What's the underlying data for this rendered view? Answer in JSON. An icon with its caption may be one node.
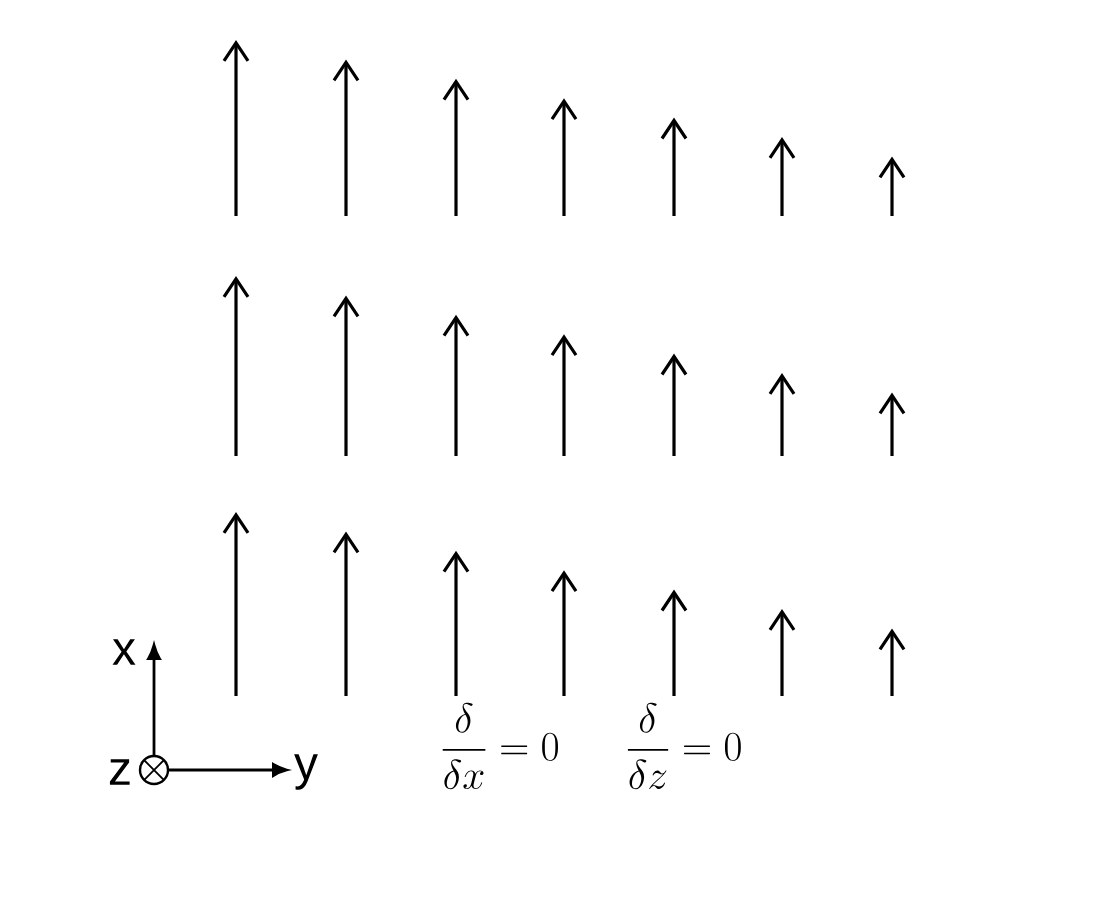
{
  "diagram": {
    "labels": [
      "x",
      "z",
      "y",
      "\\frac{\\delta}{\\delta x}=0",
      "\\frac{\\delta}{\\delta z}=0"
    ]
  }
}
